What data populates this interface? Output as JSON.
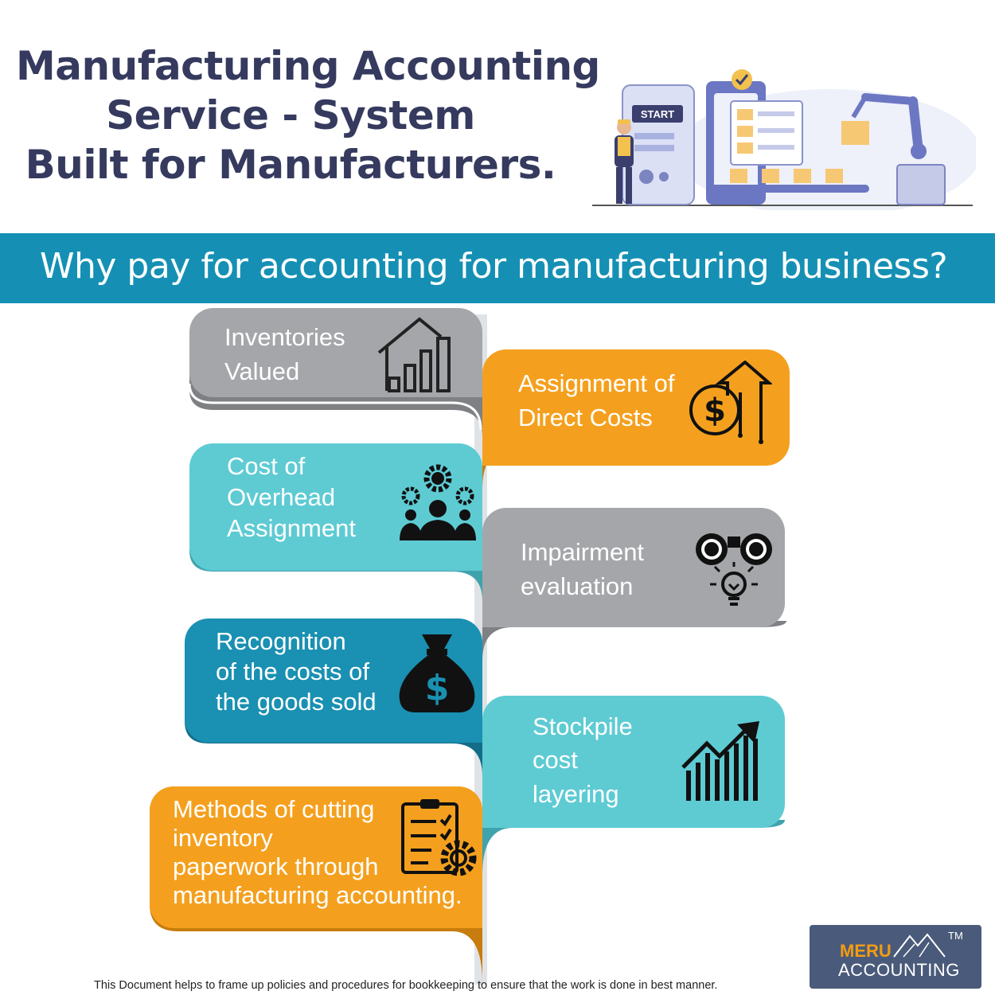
{
  "title": {
    "line1": "Manufacturing Accounting",
    "line2": "Service - System",
    "line3": "Built for Manufacturers."
  },
  "illustration": {
    "start_label": "START"
  },
  "banner": {
    "text": "Why pay for accounting for manufacturing business?"
  },
  "cards": {
    "inventories": {
      "line1": "Inventories",
      "line2": "Valued",
      "icon": "house-chart-icon",
      "color": "#a4a6a9"
    },
    "direct_costs": {
      "line1": "Assignment of",
      "line2": "Direct Costs",
      "icon": "dollar-arrow-icon",
      "color": "#f4a01e"
    },
    "overhead": {
      "line1": "Cost of",
      "line2": "Overhead",
      "line3": "Assignment",
      "icon": "team-gears-icon",
      "color": "#5ecbd3"
    },
    "impairment": {
      "line1": "Impairment",
      "line2": "evaluation",
      "icon": "binoculars-bulb-icon",
      "color": "#a4a6a9"
    },
    "recognition": {
      "line1": "Recognition",
      "line2": "of the costs of",
      "line3": "the goods sold",
      "icon": "money-bag-icon",
      "color": "#1a90b2"
    },
    "stockpile": {
      "line1": "Stockpile",
      "line2": "cost",
      "line3": "layering",
      "icon": "growth-chart-icon",
      "color": "#5ecbd3"
    },
    "methods": {
      "line1": "Methods of cutting",
      "line2": "inventory",
      "line3": "paperwork through",
      "line4": "manufacturing accounting.",
      "icon": "checklist-gear-icon",
      "color": "#f4a01e"
    }
  },
  "footer": {
    "note": "This Document helps to frame up policies and procedures for bookkeeping  to ensure that the work is done in best manner."
  },
  "logo": {
    "brand": "MERU",
    "sub": "ACCOUNTING",
    "tm": "TM"
  }
}
